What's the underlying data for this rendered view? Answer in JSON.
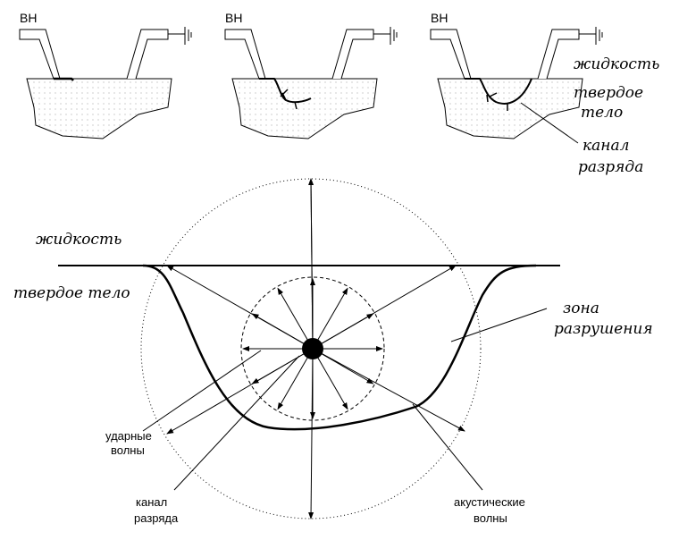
{
  "top": {
    "panels": [
      {
        "hv_label": "ВН"
      },
      {
        "hv_label": "ВН"
      },
      {
        "hv_label": "ВН"
      }
    ],
    "liquid_label": "жидкость",
    "solid_label_1": "твердое",
    "solid_label_2": "тело",
    "channel_label_1": "канал",
    "channel_label_2": "разряда"
  },
  "bottom": {
    "liquid_label": "жидкость",
    "solid_label": "твердое тело",
    "zone_label_1": "зона",
    "zone_label_2": "разрушения",
    "shock_label_1": "ударные",
    "shock_label_2": "волны",
    "channel_label_1": "канал",
    "channel_label_2": "разряда",
    "acoustic_label_1": "акустические",
    "acoustic_label_2": "волны"
  }
}
